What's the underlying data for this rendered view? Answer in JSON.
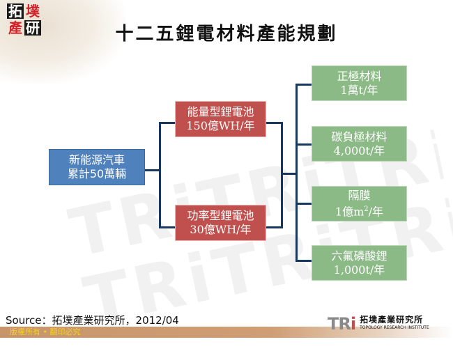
{
  "logo": {
    "chars": [
      "拓",
      "墣",
      "產",
      "研"
    ]
  },
  "title": "十二五鋰電材料產能規劃",
  "diagram": {
    "root": {
      "line1": "新能源汽車",
      "line2": "累計50萬輛",
      "color": "#4f81bd"
    },
    "middle": [
      {
        "line1": "能量型鋰電池",
        "line2": "150億WH/年",
        "color": "#c0504d"
      },
      {
        "line1": "功率型鋰電池",
        "line2": "30億WH/年",
        "color": "#c0504d"
      }
    ],
    "leaves": [
      {
        "line1": "正極材料",
        "line2": "1萬t/年",
        "color": "#8bba87"
      },
      {
        "line1": "碳負極材料",
        "line2": "4,000t/年",
        "color": "#8bba87"
      },
      {
        "line1": "隔膜",
        "line2_pre": "1億m",
        "line2_sup": "2",
        "line2_post": "/年",
        "color": "#8bba87"
      },
      {
        "line1": "六氟磷酸鋰",
        "line2": "1,000t/年",
        "color": "#8bba87"
      }
    ],
    "connector_color": "#17375e"
  },
  "footer": {
    "source": "Source：拓墣產業研究所，2012/04",
    "copyright": "版權所有 • 翻印必究",
    "brand_mark_pre": "TR",
    "brand_mark_i": "i",
    "brand_cn": "拓墣產業研究所",
    "brand_en": "TOPOLOGY RESEARCH INSTITUTE"
  }
}
